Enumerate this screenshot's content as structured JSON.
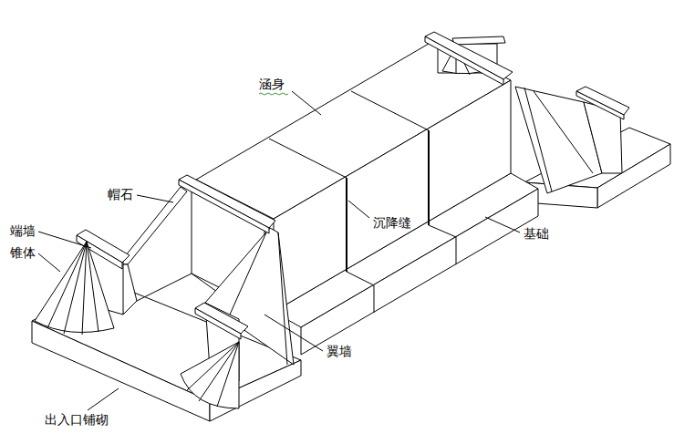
{
  "diagram": {
    "labels": [
      "涵身",
      "帽石",
      "端墙",
      "锥体",
      "沉降缝",
      "基础",
      "翼墙",
      "出入口铺砌"
    ]
  }
}
